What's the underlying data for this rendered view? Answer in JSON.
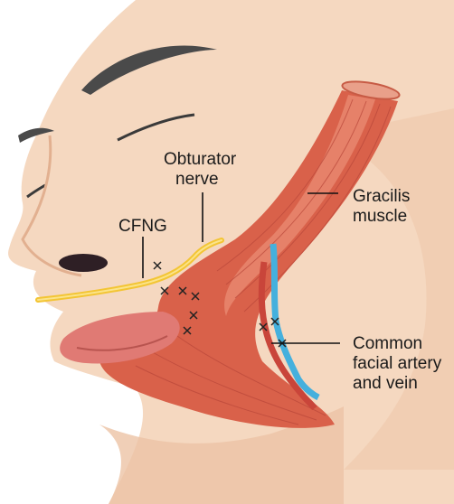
{
  "labels": {
    "obturator": [
      "Obturator",
      "nerve"
    ],
    "cfng": "CFNG",
    "gracilis": [
      "Gracilis",
      "muscle"
    ],
    "vessels": [
      "Common",
      "facial artery",
      "and vein"
    ]
  },
  "colors": {
    "skin": "#f5d8c0",
    "skin_shadow": "#e9bfa1",
    "muscle": "#d9614a",
    "muscle_light": "#e98a70",
    "nerve": "#f3c534",
    "artery": "#c9453a",
    "vein": "#45b0dd",
    "tongue": "#e07a74",
    "hair": "#4a4a4a",
    "leader": "#111111"
  }
}
